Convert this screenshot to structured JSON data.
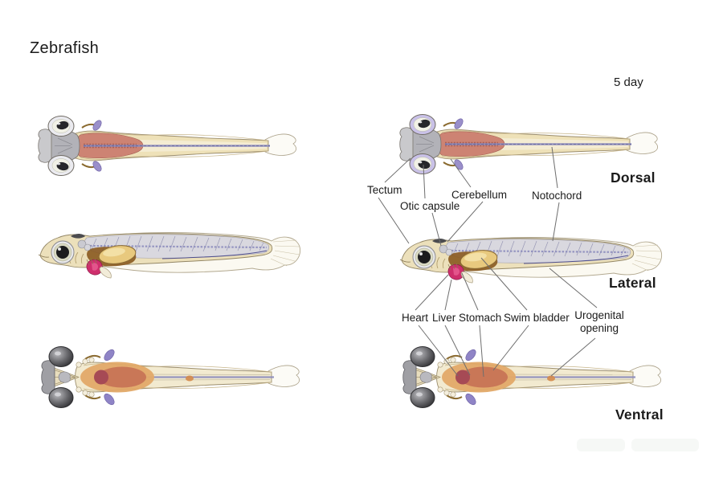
{
  "title": "Zebrafish",
  "timepoint": "5 day",
  "view_labels": {
    "dorsal": "Dorsal",
    "lateral": "Lateral",
    "ventral": "Ventral"
  },
  "labels": {
    "tectum": "Tectum",
    "otic_capsule": "Otic capsule",
    "cerebellum": "Cerebellum",
    "notochord": "Notochord",
    "heart": "Heart",
    "liver": "Liver",
    "stomach": "Stomach",
    "swim_bladder": "Swim bladder",
    "urogenital_opening": "Urogenital opening"
  },
  "palette": {
    "body_tan": "#ece0bb",
    "body_pale": "#fbf9f1",
    "brain_salmon": "#cd8373",
    "notochord_purple": "#8c8cbd",
    "muscle_gray": "#d8d8e1",
    "heart_pink": "#ce2e6c",
    "stomach_brown": "#8a5a20",
    "swim_bladder_tan": "#e8c97e",
    "belly_orange": "#e2a968",
    "eye_dark": "#3c3c3c",
    "fin_purple": "#9a8fca",
    "highlight_lavender": "#c9c1e8",
    "leader_line": "#6e6e6e",
    "label_text": "#1b1b1b"
  }
}
